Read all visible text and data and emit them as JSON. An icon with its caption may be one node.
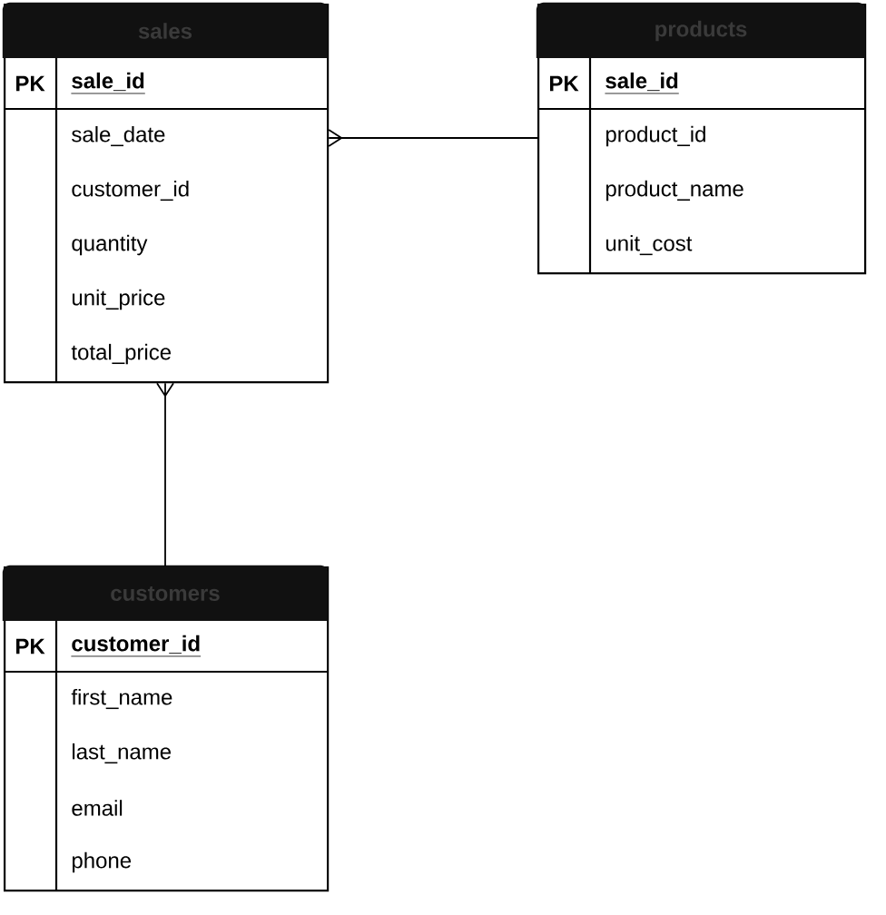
{
  "diagram": {
    "nodes": [
      {
        "text": [
          "sales",
          "PK",
          "sale_id",
          "sale_date",
          "customer_id",
          "quantity",
          "unit_price",
          "total_price"
        ]
      },
      {
        "text": [
          "products",
          "PK",
          "sale_id",
          "product_id",
          "product_name",
          "unit_cost"
        ]
      },
      {
        "text": [
          "customers",
          "PK",
          "customer_id",
          "first_name",
          "last_name",
          "email",
          "phone"
        ]
      }
    ],
    "edges": [
      {
        "from": 0,
        "to": 1,
        "arrow": "other"
      },
      {
        "from": 0,
        "to": 2,
        "arrow": "other"
      }
    ]
  }
}
